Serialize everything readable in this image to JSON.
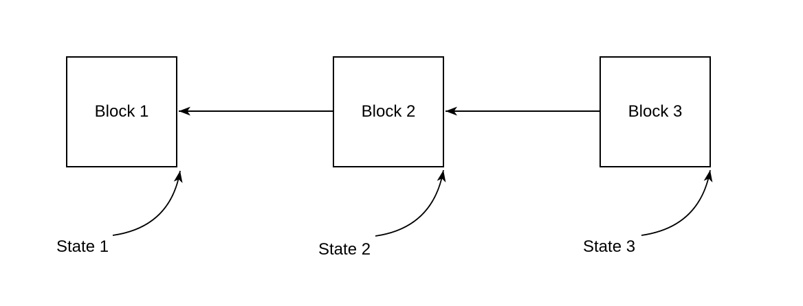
{
  "diagram": {
    "type": "block-diagram",
    "background_color": "#ffffff",
    "stroke_color": "#000000",
    "blocks": [
      {
        "id": "block-1",
        "label": "Block 1"
      },
      {
        "id": "block-2",
        "label": "Block 2"
      },
      {
        "id": "block-3",
        "label": "Block 3"
      }
    ],
    "edges": [
      {
        "from": "Block 2",
        "to": "Block 1",
        "style": "straight-arrow",
        "direction": "left"
      },
      {
        "from": "Block 3",
        "to": "Block 2",
        "style": "straight-arrow",
        "direction": "left"
      }
    ],
    "states": [
      {
        "label": "State 1",
        "points_to": "Block 1",
        "style": "curved-arrow"
      },
      {
        "label": "State 2",
        "points_to": "Block 2",
        "style": "curved-arrow"
      },
      {
        "label": "State 3",
        "points_to": "Block 3",
        "style": "curved-arrow"
      }
    ]
  }
}
